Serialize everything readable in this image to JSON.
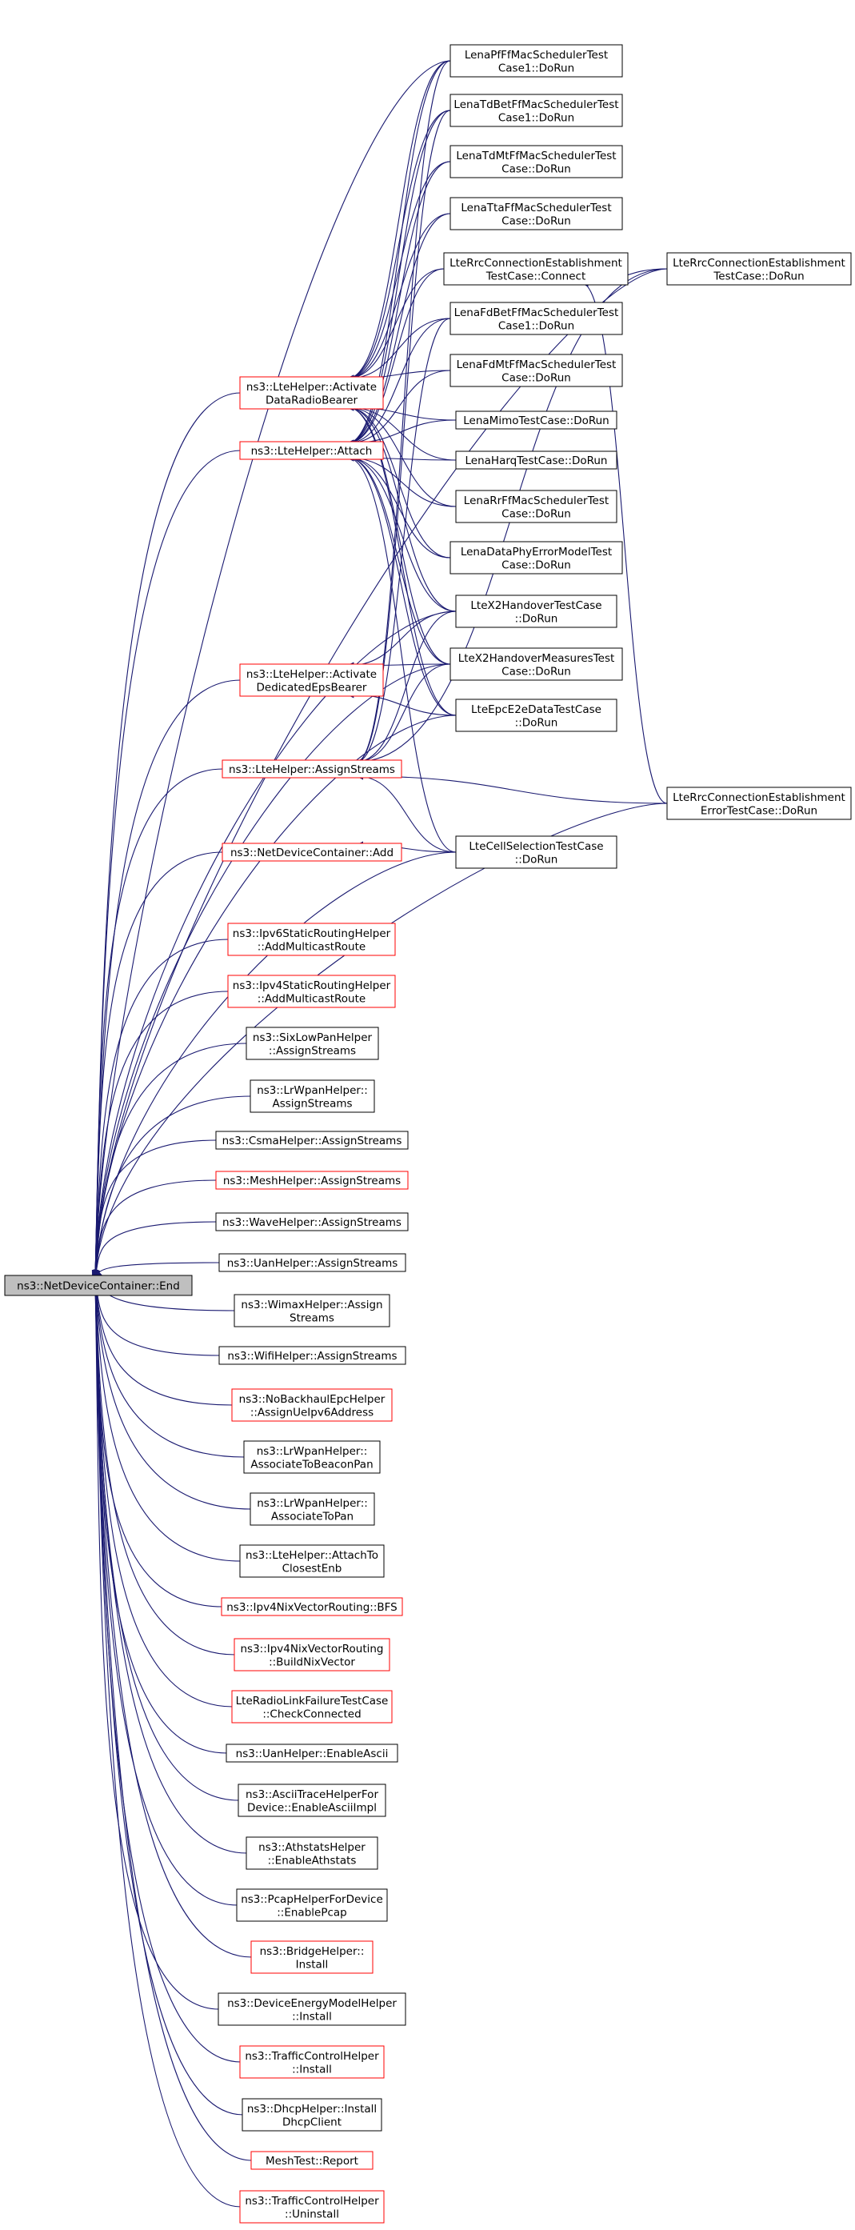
{
  "colors": {
    "edge": "#191970",
    "box_black": "#000000",
    "box_red": "#ff0000",
    "root_fill": "#bfbfbf",
    "fill": "#ffffff"
  },
  "nodes": {
    "root": {
      "lines": [
        "ns3::NetDeviceContainer::End"
      ],
      "style": "root"
    },
    "lena_pf": {
      "lines": [
        "LenaPfFfMacSchedulerTest",
        "Case1::DoRun"
      ],
      "style": "black"
    },
    "lena_tdbet": {
      "lines": [
        "LenaTdBetFfMacSchedulerTest",
        "Case1::DoRun"
      ],
      "style": "black"
    },
    "lena_tdmt": {
      "lines": [
        "LenaTdMtFfMacSchedulerTest",
        "Case::DoRun"
      ],
      "style": "black"
    },
    "lena_tta": {
      "lines": [
        "LenaTtaFfMacSchedulerTest",
        "Case::DoRun"
      ],
      "style": "black"
    },
    "lte_rrc_connect": {
      "lines": [
        "LteRrcConnectionEstablishment",
        "TestCase::Connect"
      ],
      "style": "black"
    },
    "lte_rrc_dorun": {
      "lines": [
        "LteRrcConnectionEstablishment",
        "TestCase::DoRun"
      ],
      "style": "black"
    },
    "lena_fdbet": {
      "lines": [
        "LenaFdBetFfMacSchedulerTest",
        "Case1::DoRun"
      ],
      "style": "black"
    },
    "lena_fdmt": {
      "lines": [
        "LenaFdMtFfMacSchedulerTest",
        "Case::DoRun"
      ],
      "style": "black"
    },
    "activate_drb": {
      "lines": [
        "ns3::LteHelper::Activate",
        "DataRadioBearer"
      ],
      "style": "red"
    },
    "lena_mimo": {
      "lines": [
        "LenaMimoTestCase::DoRun"
      ],
      "style": "black"
    },
    "attach": {
      "lines": [
        "ns3::LteHelper::Attach"
      ],
      "style": "red"
    },
    "lena_harq": {
      "lines": [
        "LenaHarqTestCase::DoRun"
      ],
      "style": "black"
    },
    "lena_rr": {
      "lines": [
        "LenaRrFfMacSchedulerTest",
        "Case::DoRun"
      ],
      "style": "black"
    },
    "lena_dataphy": {
      "lines": [
        "LenaDataPhyErrorModelTest",
        "Case::DoRun"
      ],
      "style": "black"
    },
    "lte_x2ho": {
      "lines": [
        "LteX2HandoverTestCase",
        "::DoRun"
      ],
      "style": "black"
    },
    "activate_deps": {
      "lines": [
        "ns3::LteHelper::Activate",
        "DedicatedEpsBearer"
      ],
      "style": "red"
    },
    "lte_x2hom": {
      "lines": [
        "LteX2HandoverMeasuresTest",
        "Case::DoRun"
      ],
      "style": "black"
    },
    "lte_epc": {
      "lines": [
        "LteEpcE2eDataTestCase",
        "::DoRun"
      ],
      "style": "black"
    },
    "lte_assign": {
      "lines": [
        "ns3::LteHelper::AssignStreams"
      ],
      "style": "red"
    },
    "lte_rrc_err": {
      "lines": [
        "LteRrcConnectionEstablishment",
        "ErrorTestCase::DoRun"
      ],
      "style": "black"
    },
    "ndc_add": {
      "lines": [
        "ns3::NetDeviceContainer::Add"
      ],
      "style": "red"
    },
    "lte_cellsel": {
      "lines": [
        "LteCellSelectionTestCase",
        "::DoRun"
      ],
      "style": "black"
    },
    "ipv6_mcast": {
      "lines": [
        "ns3::Ipv6StaticRoutingHelper",
        "::AddMulticastRoute"
      ],
      "style": "red"
    },
    "ipv4_mcast": {
      "lines": [
        "ns3::Ipv4StaticRoutingHelper",
        "::AddMulticastRoute"
      ],
      "style": "red"
    },
    "sixlowpan": {
      "lines": [
        "ns3::SixLowPanHelper",
        "::AssignStreams"
      ],
      "style": "black"
    },
    "lrwpan_assign": {
      "lines": [
        "ns3::LrWpanHelper::",
        "AssignStreams"
      ],
      "style": "black"
    },
    "csma": {
      "lines": [
        "ns3::CsmaHelper::AssignStreams"
      ],
      "style": "black"
    },
    "mesh": {
      "lines": [
        "ns3::MeshHelper::AssignStreams"
      ],
      "style": "red"
    },
    "wave": {
      "lines": [
        "ns3::WaveHelper::AssignStreams"
      ],
      "style": "black"
    },
    "uan_assign": {
      "lines": [
        "ns3::UanHelper::AssignStreams"
      ],
      "style": "black"
    },
    "wimax": {
      "lines": [
        "ns3::WimaxHelper::Assign",
        "Streams"
      ],
      "style": "black"
    },
    "wifi": {
      "lines": [
        "ns3::WifiHelper::AssignStreams"
      ],
      "style": "black"
    },
    "nobackhaul": {
      "lines": [
        "ns3::NoBackhaulEpcHelper",
        "::AssignUeIpv6Address"
      ],
      "style": "red"
    },
    "lrwpan_beacon": {
      "lines": [
        "ns3::LrWpanHelper::",
        "AssociateToBeaconPan"
      ],
      "style": "black"
    },
    "lrwpan_pan": {
      "lines": [
        "ns3::LrWpanHelper::",
        "AssociateToPan"
      ],
      "style": "black"
    },
    "attach_closest": {
      "lines": [
        "ns3::LteHelper::AttachTo",
        "ClosestEnb"
      ],
      "style": "black"
    },
    "nix_bfs": {
      "lines": [
        "ns3::Ipv4NixVectorRouting::BFS"
      ],
      "style": "red"
    },
    "nix_build": {
      "lines": [
        "ns3::Ipv4NixVectorRouting",
        "::BuildNixVector"
      ],
      "style": "red"
    },
    "rlf": {
      "lines": [
        "LteRadioLinkFailureTestCase",
        "::CheckConnected"
      ],
      "style": "red"
    },
    "uan_ascii": {
      "lines": [
        "ns3::UanHelper::EnableAscii"
      ],
      "style": "black"
    },
    "ascii_trace": {
      "lines": [
        "ns3::AsciiTraceHelperFor",
        "Device::EnableAsciiImpl"
      ],
      "style": "black"
    },
    "athstats": {
      "lines": [
        "ns3::AthstatsHelper",
        "::EnableAthstats"
      ],
      "style": "black"
    },
    "pcap": {
      "lines": [
        "ns3::PcapHelperForDevice",
        "::EnablePcap"
      ],
      "style": "black"
    },
    "bridge": {
      "lines": [
        "ns3::BridgeHelper::",
        "Install"
      ],
      "style": "red"
    },
    "energy": {
      "lines": [
        "ns3::DeviceEnergyModelHelper",
        "::Install"
      ],
      "style": "black"
    },
    "tc_install": {
      "lines": [
        "ns3::TrafficControlHelper",
        "::Install"
      ],
      "style": "red"
    },
    "dhcp": {
      "lines": [
        "ns3::DhcpHelper::Install",
        "DhcpClient"
      ],
      "style": "black"
    },
    "mesh_report": {
      "lines": [
        "MeshTest::Report"
      ],
      "style": "red"
    },
    "tc_uninstall": {
      "lines": [
        "ns3::TrafficControlHelper",
        "::Uninstall"
      ],
      "style": "red"
    }
  },
  "edges": [
    [
      "lena_pf",
      "root"
    ],
    [
      "lte_rrc_dorun",
      "root"
    ],
    [
      "lte_x2ho",
      "root"
    ],
    [
      "lte_x2hom",
      "root"
    ],
    [
      "lte_epc",
      "root"
    ],
    [
      "lte_cellsel",
      "root"
    ],
    [
      "lte_rrc_err",
      "root"
    ],
    [
      "activate_drb",
      "root"
    ],
    [
      "attach",
      "root"
    ],
    [
      "activate_deps",
      "root"
    ],
    [
      "lte_assign",
      "root"
    ],
    [
      "ndc_add",
      "root"
    ],
    [
      "ipv6_mcast",
      "root"
    ],
    [
      "ipv4_mcast",
      "root"
    ],
    [
      "sixlowpan",
      "root"
    ],
    [
      "lrwpan_assign",
      "root"
    ],
    [
      "csma",
      "root"
    ],
    [
      "mesh",
      "root"
    ],
    [
      "wave",
      "root"
    ],
    [
      "uan_assign",
      "root"
    ],
    [
      "wimax",
      "root"
    ],
    [
      "wifi",
      "root"
    ],
    [
      "nobackhaul",
      "root"
    ],
    [
      "lrwpan_beacon",
      "root"
    ],
    [
      "lrwpan_pan",
      "root"
    ],
    [
      "attach_closest",
      "root"
    ],
    [
      "nix_bfs",
      "root"
    ],
    [
      "nix_build",
      "root"
    ],
    [
      "rlf",
      "root"
    ],
    [
      "uan_ascii",
      "root"
    ],
    [
      "ascii_trace",
      "root"
    ],
    [
      "athstats",
      "root"
    ],
    [
      "pcap",
      "root"
    ],
    [
      "bridge",
      "root"
    ],
    [
      "energy",
      "root"
    ],
    [
      "tc_install",
      "root"
    ],
    [
      "dhcp",
      "root"
    ],
    [
      "mesh_report",
      "root"
    ],
    [
      "tc_uninstall",
      "root"
    ],
    [
      "lena_pf",
      "activate_drb"
    ],
    [
      "lena_tdbet",
      "activate_drb"
    ],
    [
      "lena_tdmt",
      "activate_drb"
    ],
    [
      "lena_tta",
      "activate_drb"
    ],
    [
      "lte_rrc_connect",
      "activate_drb"
    ],
    [
      "lena_fdbet",
      "activate_drb"
    ],
    [
      "lena_fdmt",
      "activate_drb"
    ],
    [
      "lena_mimo",
      "activate_drb"
    ],
    [
      "lena_harq",
      "activate_drb"
    ],
    [
      "lena_rr",
      "activate_drb"
    ],
    [
      "lena_dataphy",
      "activate_drb"
    ],
    [
      "lte_x2ho",
      "activate_drb"
    ],
    [
      "lte_x2hom",
      "activate_drb"
    ],
    [
      "lte_epc",
      "activate_drb"
    ],
    [
      "lena_pf",
      "attach"
    ],
    [
      "lena_tdbet",
      "attach"
    ],
    [
      "lena_tdmt",
      "attach"
    ],
    [
      "lena_tta",
      "attach"
    ],
    [
      "lte_rrc_connect",
      "attach"
    ],
    [
      "lena_fdbet",
      "attach"
    ],
    [
      "lena_fdmt",
      "attach"
    ],
    [
      "lena_mimo",
      "attach"
    ],
    [
      "lena_harq",
      "attach"
    ],
    [
      "lena_rr",
      "attach"
    ],
    [
      "lena_dataphy",
      "attach"
    ],
    [
      "lte_x2ho",
      "attach"
    ],
    [
      "lte_x2hom",
      "attach"
    ],
    [
      "lte_epc",
      "attach"
    ],
    [
      "lte_cellsel",
      "attach"
    ],
    [
      "lte_x2ho",
      "activate_deps"
    ],
    [
      "lte_x2hom",
      "activate_deps"
    ],
    [
      "lte_epc",
      "activate_deps"
    ],
    [
      "lte_rrc_dorun",
      "lte_rrc_connect"
    ],
    [
      "lte_rrc_err",
      "lte_rrc_connect"
    ],
    [
      "lena_pf",
      "lte_assign"
    ],
    [
      "lena_tdbet",
      "lte_assign"
    ],
    [
      "lena_fdbet",
      "lte_assign"
    ],
    [
      "lte_x2ho",
      "lte_assign"
    ],
    [
      "lte_x2hom",
      "lte_assign"
    ],
    [
      "lte_cellsel",
      "lte_assign"
    ],
    [
      "lte_rrc_dorun",
      "lte_assign"
    ],
    [
      "lte_rrc_err",
      "lte_assign"
    ],
    [
      "lte_cellsel",
      "ndc_add"
    ]
  ]
}
